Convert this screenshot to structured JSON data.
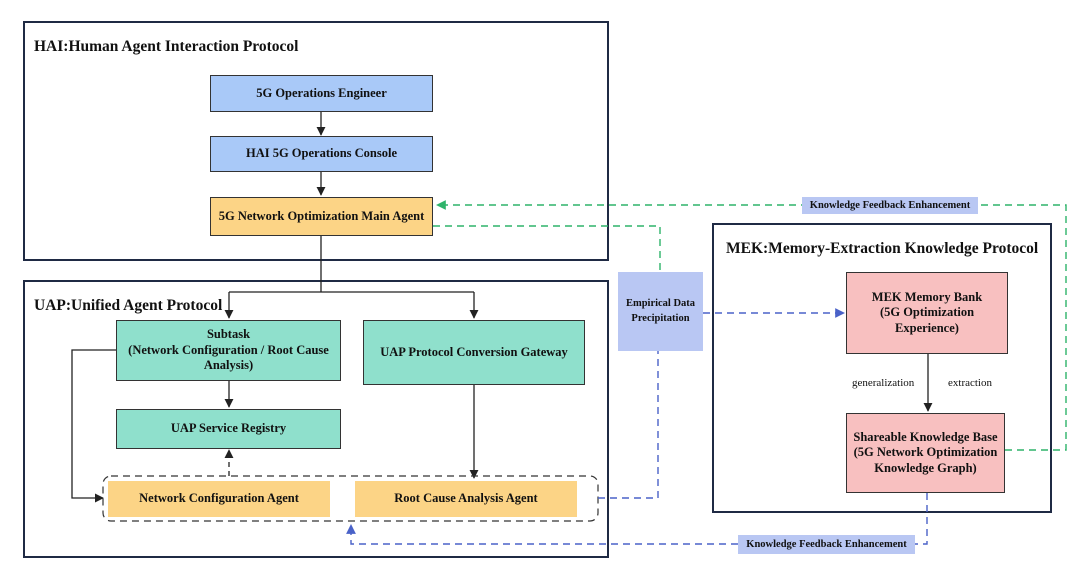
{
  "hai": {
    "title": "HAI:Human Agent Interaction Protocol",
    "engineer": "5G Operations Engineer",
    "console": "HAI 5G Operations Console",
    "main_agent": "5G Network Optimization Main Agent"
  },
  "uap": {
    "title": "UAP:Unified Agent Protocol",
    "subtask": "Subtask\n(Network Configuration / Root Cause\nAnalysis)",
    "gateway": "UAP Protocol Conversion Gateway",
    "registry": "UAP Service Registry",
    "network_agent": "Network Configuration Agent",
    "rca_agent": "Root Cause Analysis Agent"
  },
  "mek": {
    "title": "MEK:Memory-Extraction Knowledge Protocol",
    "memory_bank": "MEK Memory Bank\n(5G Optimization\nExperience)",
    "knowledge_base": "Shareable Knowledge Base\n(5G Network Optimization\nKnowledge Graph)",
    "generalization": "generalization",
    "extraction": "extraction"
  },
  "links": {
    "empirical": "Empirical Data\nPrecipitation",
    "feedback_top": "Knowledge Feedback Enhancement",
    "feedback_bottom": "Knowledge Feedback Enhancement"
  },
  "colors": {
    "solid_line": "#222222",
    "green_dashed": "#2eb36a",
    "blue_dashed": "#4a62c8",
    "frame_border": "#1f2a44"
  }
}
